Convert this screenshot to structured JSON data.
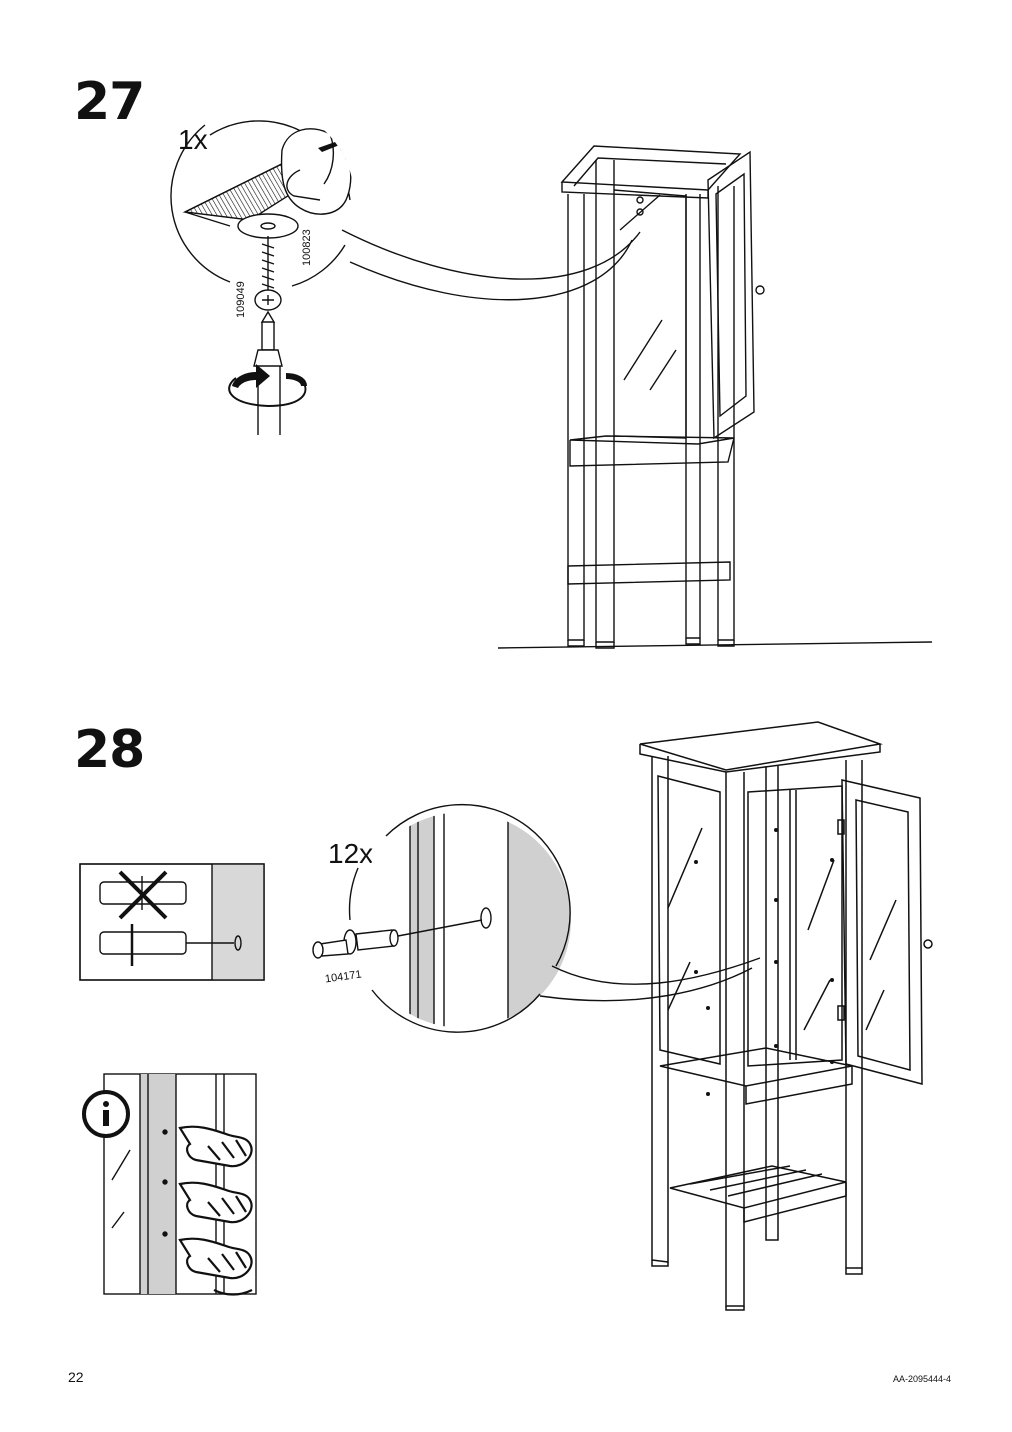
{
  "steps": [
    {
      "number": "27",
      "quantity": "1x",
      "parts": [
        "100823",
        "109049"
      ]
    },
    {
      "number": "28",
      "quantity": "12x",
      "parts": [
        "104171"
      ]
    }
  ],
  "icons": [
    "screw-icon",
    "washer-icon",
    "screwdriver-icon",
    "rotate-arrow-icon",
    "hand-icon",
    "shelf-pin-icon",
    "info-icon",
    "cross-icon"
  ],
  "footer": {
    "page_number": "22",
    "document_code": "AA-2095444-4"
  }
}
